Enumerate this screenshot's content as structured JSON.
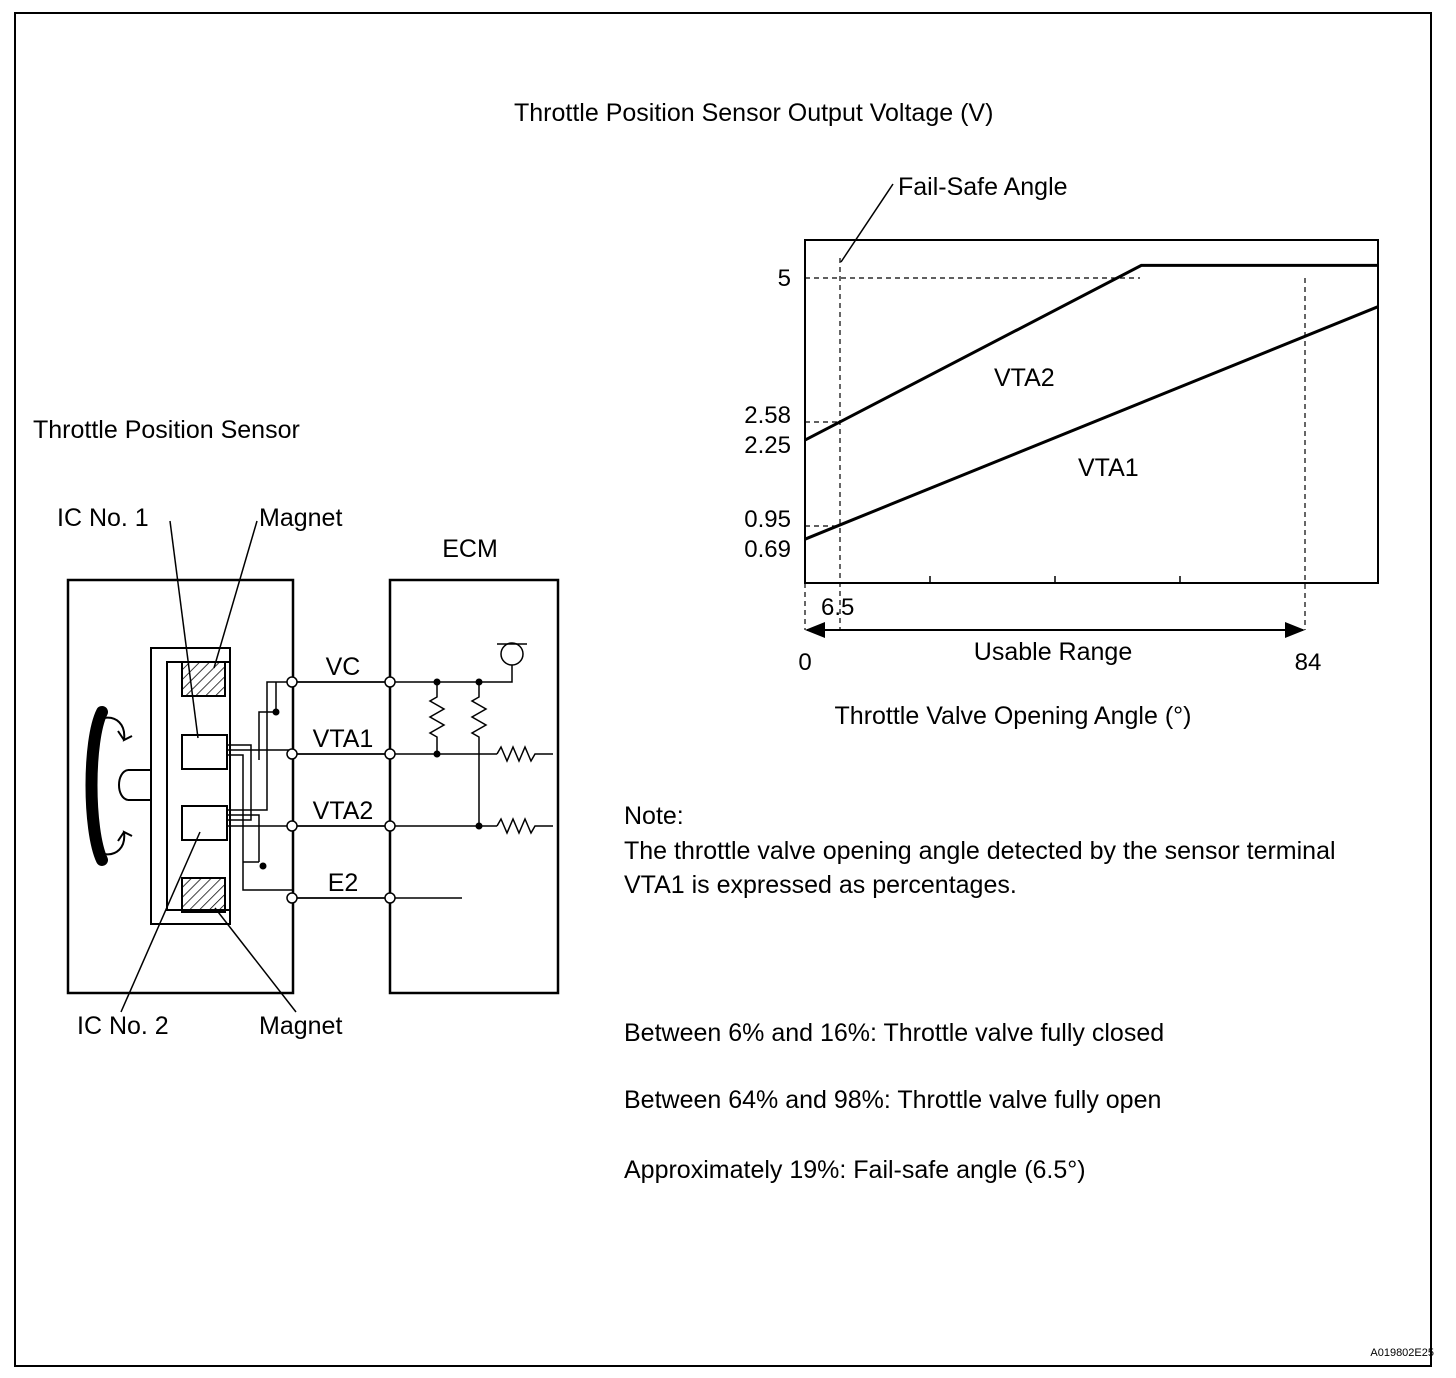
{
  "chart": {
    "title": "Throttle Position Sensor Output Voltage (V)",
    "xlabel": "Throttle Valve Opening Angle (°)",
    "fail_safe_label": "Fail-Safe Angle",
    "usable_range_label": "Usable Range",
    "x_ticks": {
      "zero": "0",
      "fail_safe": "6.5",
      "max": "84"
    },
    "y_ticks": {
      "v5": "5",
      "v258": "2.58",
      "v225": "2.25",
      "v095": "0.95",
      "v069": "0.69"
    }
  },
  "chart_data": {
    "type": "line",
    "xlim": [
      0,
      92
    ],
    "ylim": [
      0,
      5.4
    ],
    "series": [
      {
        "name": "VTA2",
        "x": [
          0,
          6.5,
          54,
          92
        ],
        "y": [
          2.25,
          2.58,
          5,
          5
        ]
      },
      {
        "name": "VTA1",
        "x": [
          0,
          6.5,
          92
        ],
        "y": [
          0.69,
          0.95,
          4.35
        ]
      }
    ],
    "markers": {
      "fail_safe_angle": 6.5,
      "usable_range": [
        0,
        84
      ]
    }
  },
  "circuit": {
    "sensor_title": "Throttle Position Sensor",
    "ecm_label": "ECM",
    "ic1_label": "IC No. 1",
    "ic2_label": "IC No. 2",
    "magnet_top_label": "Magnet",
    "magnet_bottom_label": "Magnet",
    "terminals": {
      "vc": "VC",
      "vta1": "VTA1",
      "vta2": "VTA2",
      "e2": "E2"
    }
  },
  "note": {
    "heading": "Note:",
    "line1": "The throttle valve opening angle detected by the sensor terminal",
    "line2": "VTA1 is expressed as percentages.",
    "items": [
      "Between 6% and 16%: Throttle valve fully closed",
      "Between 64% and 98%: Throttle valve fully open",
      "Approximately 19%: Fail-safe angle (6.5°)"
    ]
  },
  "figure_code": "A019802E25"
}
